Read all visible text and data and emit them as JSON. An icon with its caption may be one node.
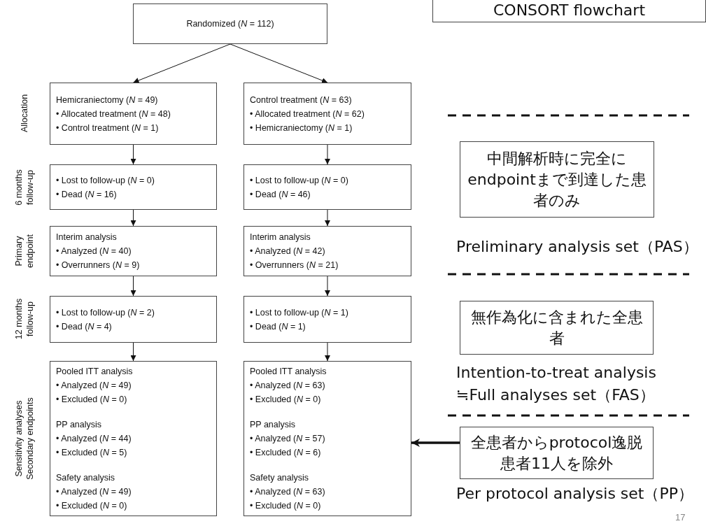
{
  "diagram": {
    "nodes": [
      {
        "text": [
          "Randomized (*N* = 112)"
        ]
      },
      {
        "text": [
          "CONSORT flowchart"
        ]
      },
      {
        "text": [
          "Hemicraniectomy (*N* = 49)",
          "• Allocated treatment (*N* = 48)",
          "• Control treatment (*N* = 1)"
        ]
      },
      {
        "text": [
          "Control treatment (*N* = 63)",
          "• Allocated treatment (*N* = 62)",
          "• Hemicraniectomy (*N* = 1)"
        ]
      },
      {
        "text": [
          "• Lost to follow-up (*N* = 0)",
          "• Dead (*N* = 16)"
        ]
      },
      {
        "text": [
          "• Lost to follow-up (*N* = 0)",
          "• Dead (*N* = 46)"
        ]
      },
      {
        "text": [
          "Interim analysis",
          "• Analyzed (*N* = 40)",
          "• Overrunners (*N* = 9)"
        ]
      },
      {
        "text": [
          "Interim analysis",
          "• Analyzed (*N* = 42)",
          "• Overrunners (*N* = 21)"
        ]
      },
      {
        "text": [
          "• Lost to follow-up (*N* = 2)",
          "• Dead (*N* = 4)"
        ]
      },
      {
        "text": [
          "• Lost to follow-up (*N* = 1)",
          "• Dead (*N* = 1)"
        ]
      },
      {
        "text": [
          "Pooled ITT analysis",
          "• Analyzed (*N* = 49)",
          "• Excluded (*N* = 0)",
          "PP analysis",
          "• Analyzed (*N* = 44)",
          "• Excluded (*N* = 5)",
          "Safety analysis",
          "• Analyzed (*N* = 49)",
          "• Excluded (*N* = 0)"
        ]
      },
      {
        "text": [
          "Pooled ITT analysis",
          "• Analyzed (*N* = 63)",
          "• Excluded (*N* = 0)",
          "PP analysis",
          "• Analyzed (*N* = 57)",
          "• Excluded (*N* = 6)",
          "Safety analysis",
          "• Analyzed (*N* = 63)",
          "• Excluded (*N* = 0)"
        ]
      },
      {
        "text": [
          "中間解析時に完全にendpointまで到達した患者のみ"
        ],
        "beside": [
          "Preliminary analysis set（PAS）"
        ]
      },
      {
        "text": [
          "無作為化に含まれた全患者"
        ],
        "beside": [
          "Intention-to-treat analysis ≒Full analyses set（FAS）"
        ]
      },
      {
        "text": [
          "全患者からprotocol逸脱患者11人を除外"
        ],
        "beside": [
          "Per protocol analysis set（PP）"
        ]
      }
    ],
    "edges": [
      {
        "from": 0,
        "to": 2,
        "arrow": "to"
      },
      {
        "from": 0,
        "to": 3,
        "arrow": "to"
      },
      {
        "from": 2,
        "to": 4,
        "arrow": "to"
      },
      {
        "from": 3,
        "to": 5,
        "arrow": "to"
      },
      {
        "from": 4,
        "to": 6,
        "arrow": "to"
      },
      {
        "from": 5,
        "to": 7,
        "arrow": "to"
      },
      {
        "from": 6,
        "to": 8,
        "arrow": "to"
      },
      {
        "from": 7,
        "to": 9,
        "arrow": "to"
      },
      {
        "from": 8,
        "to": 10,
        "arrow": "to"
      },
      {
        "from": 9,
        "to": 11,
        "arrow": "to"
      },
      {
        "from": 14,
        "to": 11,
        "arrow": "to",
        "style": "thick"
      }
    ],
    "labels": [
      "Allocation",
      "6 months follow-up",
      "Primary endpoint",
      "12 months follow-up",
      "Sensitivity analyses Secondary endpoints",
      "17"
    ]
  }
}
